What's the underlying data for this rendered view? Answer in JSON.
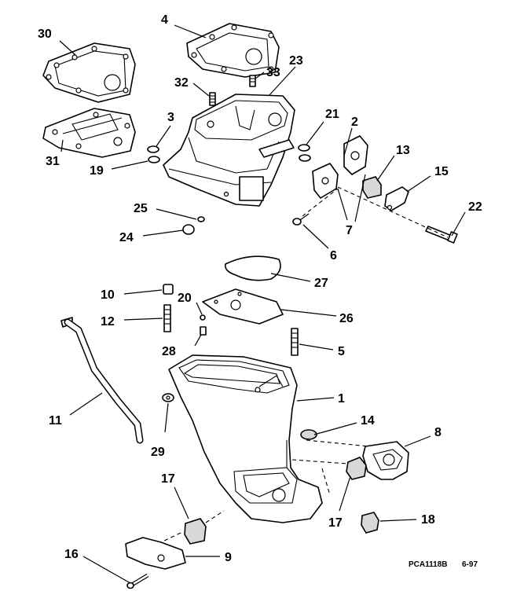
{
  "callouts": [
    "1",
    "2",
    "3",
    "4",
    "5",
    "6",
    "7",
    "8",
    "9",
    "10",
    "11",
    "12",
    "13",
    "14",
    "15",
    "16",
    "17",
    "18",
    "19",
    "20",
    "21",
    "22",
    "23",
    "24",
    "25",
    "26",
    "27",
    "28",
    "29",
    "30",
    "31",
    "32",
    "33"
  ],
  "figure_code": "PCA1118B",
  "figure_date": "6-97"
}
